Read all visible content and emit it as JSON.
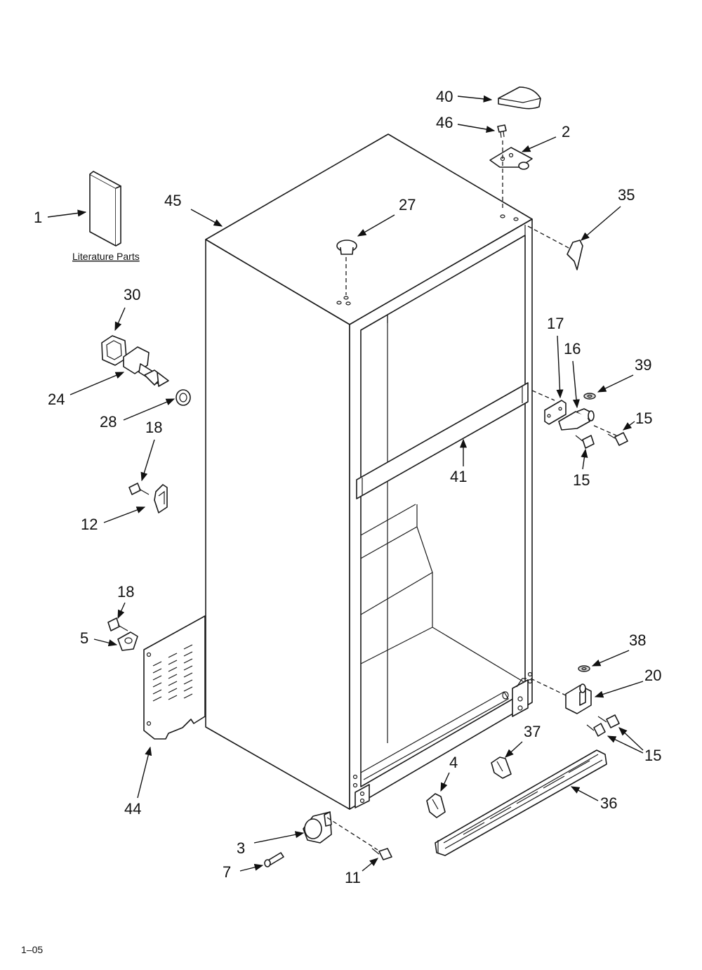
{
  "diagram": {
    "literature_caption": "Literature Parts",
    "page_code": "1–05",
    "callouts": {
      "c1": "1",
      "c2": "2",
      "c3": "3",
      "c4": "4",
      "c5": "5",
      "c7": "7",
      "c11": "11",
      "c12": "12",
      "c15a": "15",
      "c15b": "15",
      "c15c": "15",
      "c16": "16",
      "c17": "17",
      "c18a": "18",
      "c18b": "18",
      "c20": "20",
      "c24": "24",
      "c27": "27",
      "c28": "28",
      "c30": "30",
      "c35": "35",
      "c36": "36",
      "c37": "37",
      "c38": "38",
      "c39": "39",
      "c40": "40",
      "c41": "41",
      "c44": "44",
      "c45": "45",
      "c46": "46"
    }
  }
}
